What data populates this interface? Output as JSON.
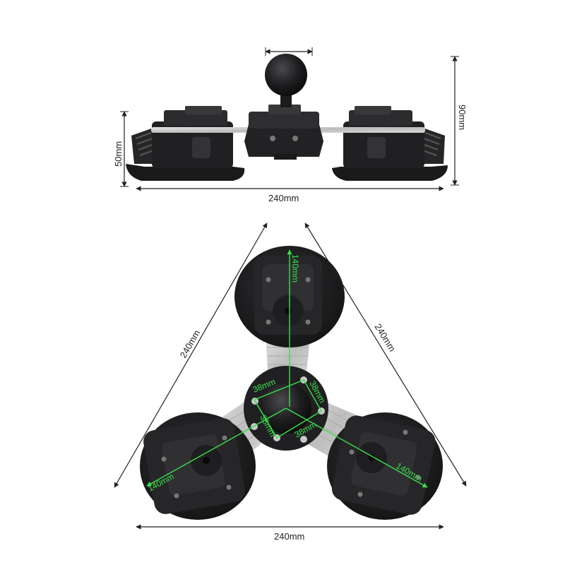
{
  "side_view": {
    "width_label": "240mm",
    "height_label": "90mm",
    "cup_height_label": "50mm"
  },
  "top_view": {
    "side_left_label": "240mm",
    "side_right_label": "240mm",
    "base_label": "240mm",
    "cup_top_label": "140mm",
    "cup_left_label": "140mm",
    "cup_right_label": "140mm",
    "hub_ul_label": "38mm",
    "hub_ur_label": "38mm",
    "hub_ll_label": "38mm",
    "hub_lr_label": "38mm"
  },
  "colors": {
    "product": "#1c1c1e",
    "product_highlight": "#3a3a3d",
    "arm": "#c8c8c8",
    "dimension_line": "#222222",
    "annotation_green": "#39e04a"
  }
}
